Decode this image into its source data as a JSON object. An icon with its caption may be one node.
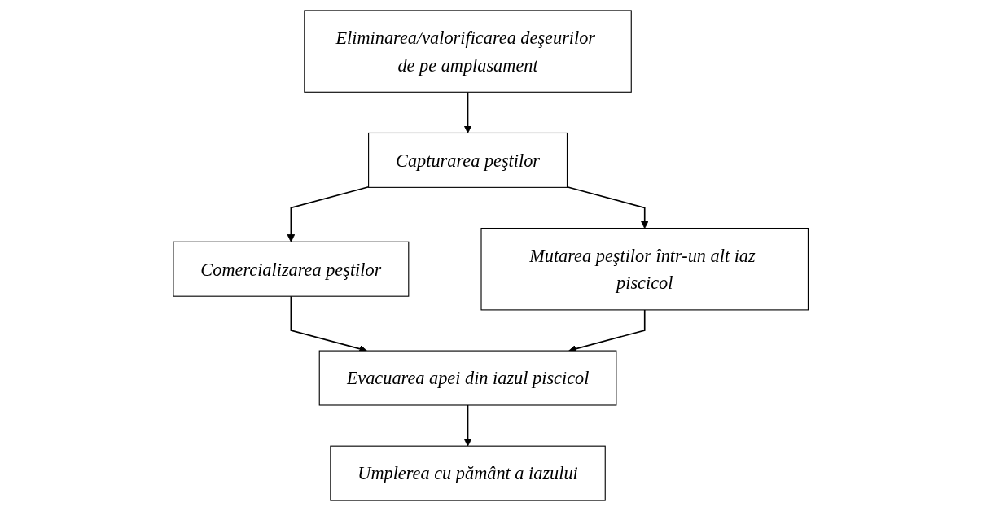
{
  "diagram": {
    "nodes": [
      {
        "text": [
          "Eliminarea/valorificarea deşeurilor de pe amplasament"
        ]
      },
      {
        "text": [
          "Capturarea peştilor"
        ]
      },
      {
        "text": [
          "Comercializarea peştilor"
        ]
      },
      {
        "text": [
          "Mutarea peştilor într-un alt iaz piscicol"
        ]
      },
      {
        "text": [
          "Evacuarea apei din iazul piscicol"
        ]
      },
      {
        "text": [
          "Umplerea cu pământ a iazului"
        ]
      }
    ],
    "edges": [
      {
        "from": 0,
        "to": 1,
        "arrow": "to"
      },
      {
        "from": 1,
        "to": 2,
        "arrow": "to"
      },
      {
        "from": 1,
        "to": 3,
        "arrow": "to"
      },
      {
        "from": 2,
        "to": 4,
        "arrow": "to"
      },
      {
        "from": 3,
        "to": 4,
        "arrow": "to"
      },
      {
        "from": 4,
        "to": 5,
        "arrow": "to"
      }
    ]
  }
}
